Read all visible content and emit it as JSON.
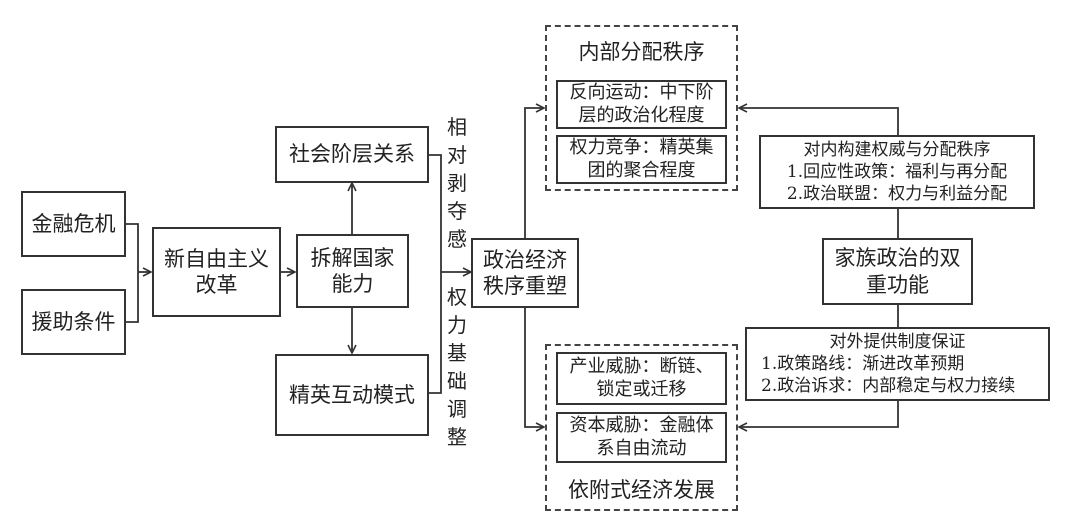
{
  "nodes": {
    "financial_crisis": "金融危机",
    "aid_conditions": "援助条件",
    "neoliberal_reform": [
      "新自由主义",
      "改革"
    ],
    "dismantle_state_capacity": [
      "拆解国家",
      "能力"
    ],
    "social_class_relations": "社会阶层关系",
    "elite_interaction_mode": "精英互动模式",
    "political_economic_reshaping": [
      "政治经济",
      "秩序重塑"
    ],
    "family_politics_dual_function": [
      "家族政治的双",
      "重功能"
    ]
  },
  "edge_labels": {
    "relative_deprivation": "相对剥夺感",
    "power_base_adjustment": "权力基础调整"
  },
  "internal_distribution_order": {
    "title": "内部分配秩序",
    "items": [
      [
        "反向运动：中下阶",
        "层的政治化程度"
      ],
      [
        "权力竞争：精英集",
        "团的聚合程度"
      ]
    ]
  },
  "dependent_economic_development": {
    "title": "依附式经济发展",
    "items": [
      [
        "产业威胁：断链、",
        "锁定或迁移"
      ],
      [
        "资本威胁：金融体",
        "系自由流动"
      ]
    ]
  },
  "internal_authority": {
    "title": "对内构建权威与分配秩序",
    "lines": [
      "1.回应性政策：福利与再分配",
      "2.政治联盟：权力与利益分配"
    ]
  },
  "external_guarantee": {
    "title": "对外提供制度保证",
    "lines": [
      "1.政策路线：渐进改革预期",
      "2.政治诉求：内部稳定与权力接续"
    ]
  }
}
